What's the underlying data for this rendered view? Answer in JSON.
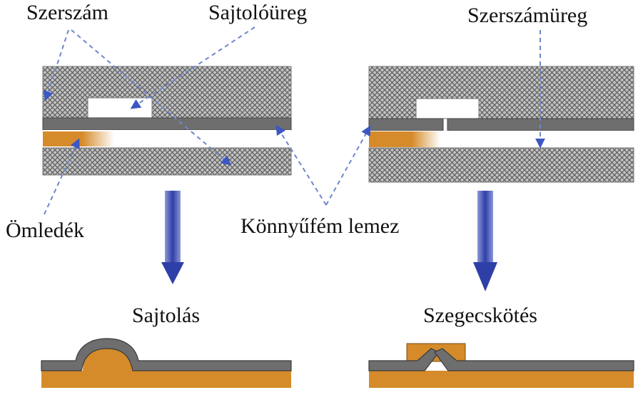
{
  "labels": {
    "tool": "Szerszám",
    "press_cavity": "Sajtolóüreg",
    "tool_cavity": "Szerszámüreg",
    "melt": "Ömledék",
    "light_metal_sheet": "Könnyűfém lemez",
    "pressing": "Sajtolás",
    "riveting": "Szegecskötés"
  },
  "colors": {
    "label_text": "#111111",
    "leader_line": "#6f86cc",
    "leader_arrow": "#3b57c4",
    "tool_hatch_bg": "#bdbdbd",
    "tool_hatch_line": "#5a5a5a",
    "metal_sheet": "#6e6e6e",
    "melt": "#d58b2a",
    "process_arrow": "#2f3fa8"
  }
}
